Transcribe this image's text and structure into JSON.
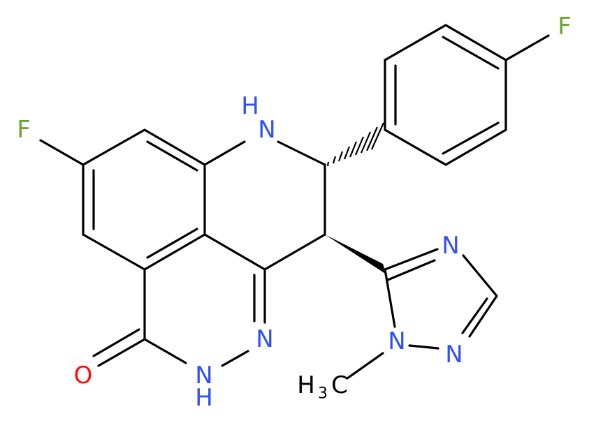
{
  "molecule": {
    "colors": {
      "bond": "#000000",
      "N": "#3050F8",
      "O": "#FF0D0D",
      "F": "#6AA52F",
      "C": "#000000"
    },
    "atoms": {
      "F_top": "F",
      "F_left": "F",
      "NH_top": "H",
      "NH_top_N": "N",
      "N_ring": "N",
      "NH_bottom_N": "N",
      "NH_bottom_H": "H",
      "O": "O",
      "N_triazole_top": "N",
      "N_triazole_methyl": "N",
      "N_triazole_bottom": "N",
      "methyl_H": "H",
      "methyl_sub": "3",
      "methyl_C": "C"
    }
  }
}
